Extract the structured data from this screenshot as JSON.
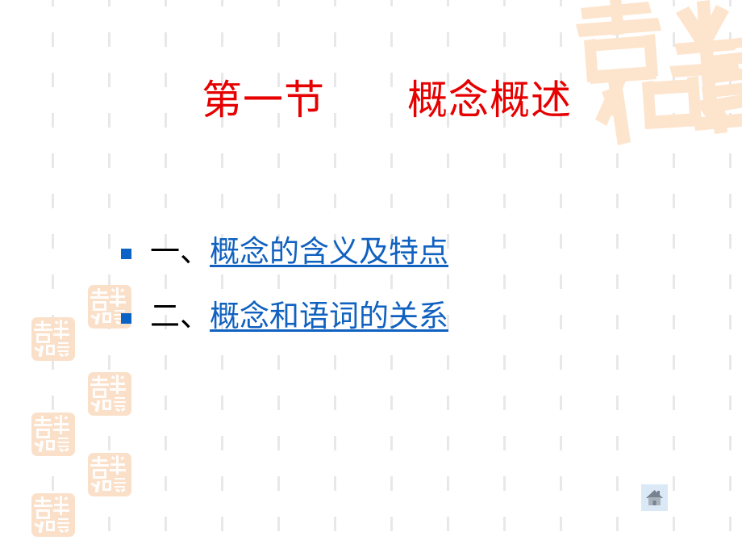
{
  "slide": {
    "title": "第一节　　概念概述",
    "title_color": "#e60000",
    "background_color": "#ffffff"
  },
  "bullets": [
    {
      "marker": "square-bullet",
      "index": "一、",
      "link_text": "概念的含义及特点",
      "link_color": "#1061c0"
    },
    {
      "marker": "square-bullet",
      "index": "二、",
      "link_text": "概念和语词的关系",
      "link_color": "#1061c0"
    }
  ],
  "decorations": {
    "corner_seal": {
      "name": "seal-script-watermark",
      "text": "吉祥如意",
      "color": "#fde4cd"
    },
    "stamps": {
      "name": "seal-stamp",
      "text": "吉祥如意",
      "color": "#fbe0c9",
      "count": 6
    },
    "grid": {
      "name": "dashed-grid",
      "color": "#e8e8e8",
      "column_spacing": 70,
      "dash_length": 18,
      "dash_gap": 32
    }
  },
  "controls": {
    "home_button": {
      "icon": "home-icon",
      "label": "Home",
      "background": "#dbe9f6",
      "roof_color": "#78838f",
      "body_color": "#a9b3bc"
    }
  }
}
